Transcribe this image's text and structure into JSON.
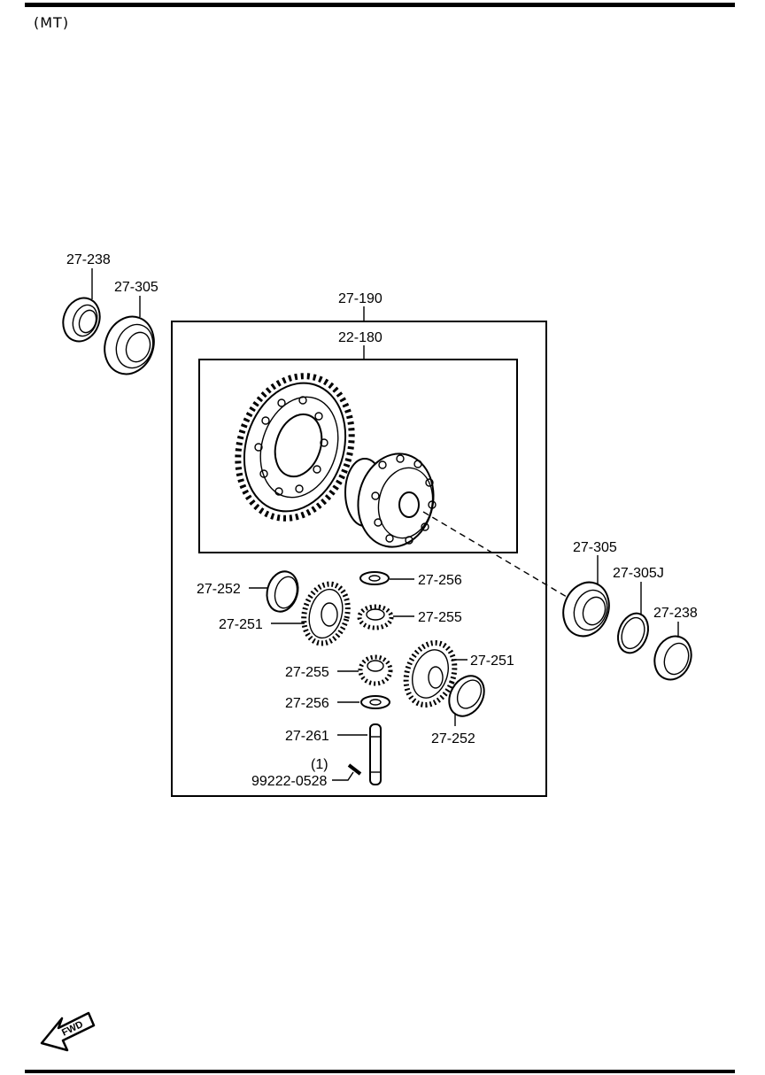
{
  "header": {
    "variant": "(MT)"
  },
  "labels": {
    "bearing_left": "27-238",
    "race_left": "27-305",
    "diff_assy": "27-190",
    "ring_gear_case": "22-180",
    "race_right": "27-305",
    "shim": "27-305J",
    "bearing_right": "27-238",
    "washer_a": "27-252",
    "side_gear_a": "27-251",
    "thrust_a": "27-256",
    "pinion_a": "27-255",
    "pinion_b": "27-255",
    "side_gear_b": "27-251",
    "thrust_b": "27-256",
    "washer_b": "27-252",
    "shaft": "27-261",
    "pin_qty": "(1)",
    "pin_part": "99222-0528"
  },
  "icons": {
    "fwd": "FWD"
  }
}
